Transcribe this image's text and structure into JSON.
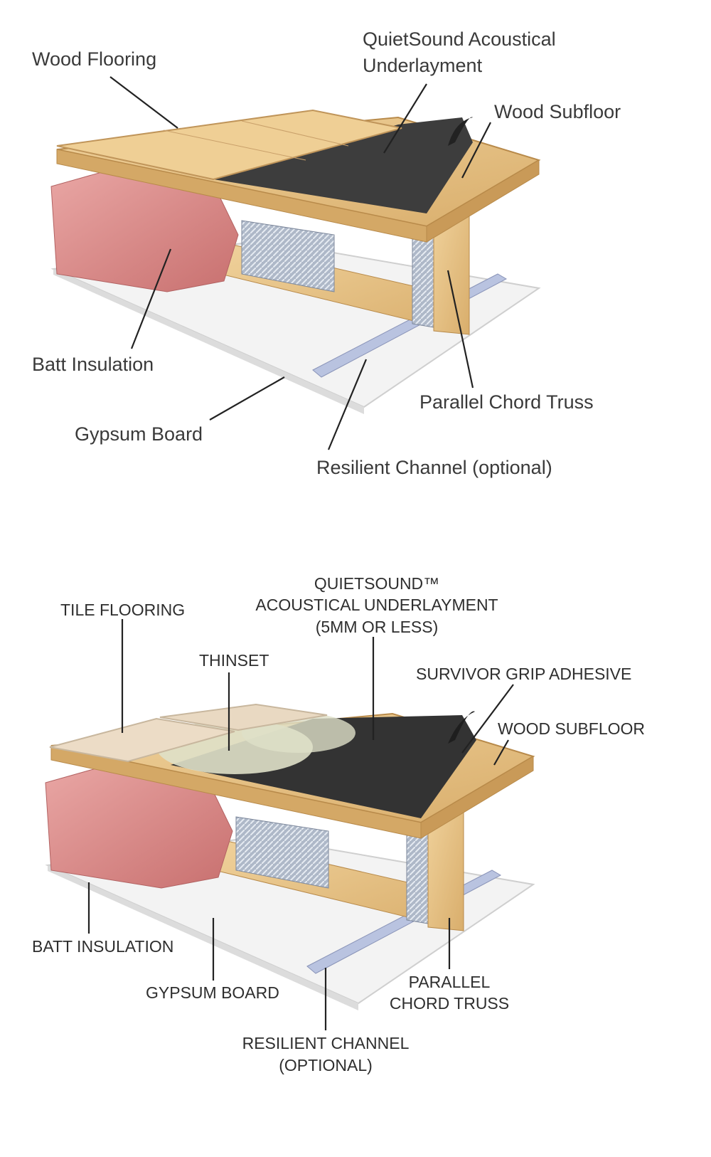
{
  "diagram_wood": {
    "labels": {
      "wood_flooring": "Wood Flooring",
      "underlayment_line1": "QuietSound Acoustical",
      "underlayment_line2": "Underlayment",
      "wood_subfloor": "Wood Subfloor",
      "batt_insulation": "Batt Insulation",
      "gypsum_board": "Gypsum Board",
      "parallel_chord_truss": "Parallel Chord Truss",
      "resilient_channel": "Resilient Channel (optional)"
    }
  },
  "diagram_tile": {
    "labels": {
      "tile_flooring": "TILE FLOORING",
      "thinset": "THINSET",
      "underlayment_line1": "QUIETSOUND™",
      "underlayment_line2": "ACOUSTICAL UNDERLAYMENT",
      "underlayment_line3": "(5MM OR LESS)",
      "survivor_grip": "SURVIVOR GRIP ADHESIVE",
      "wood_subfloor": "WOOD SUBFLOOR",
      "batt_insulation": "BATT INSULATION",
      "gypsum_board": "GYPSUM BOARD",
      "truss_line1": "PARALLEL",
      "truss_line2": "CHORD TRUSS",
      "resilient_line1": "RESILIENT CHANNEL",
      "resilient_line2": "(OPTIONAL)"
    }
  },
  "colors": {
    "wood": "#e8c48a",
    "underlayment": "#3b3b3b",
    "insulation": "#d98a8a",
    "gypsum": "#f1f1f1",
    "tile": "#ecdcc6"
  }
}
